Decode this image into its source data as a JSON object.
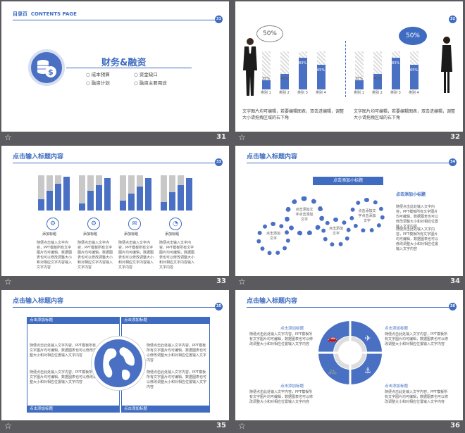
{
  "slides": [
    {
      "number": "31",
      "header_left": "目录页",
      "header_right": "CONTENTS PAGE",
      "badge": "31",
      "title": "财务&融资",
      "items": [
        "成本预算",
        "资金缺口",
        "融资计划",
        "融资主要用途"
      ]
    },
    {
      "number": "32",
      "badge": "32",
      "bubble_left": "50%",
      "bubble_right": "50%",
      "bars_left": [
        "25%",
        "40%",
        "83%",
        "65%"
      ],
      "bars_right": [
        "25%",
        "40%",
        "83%",
        "65%"
      ],
      "cat_labels": [
        "类别 1",
        "类别 2",
        "类别 3",
        "类别 4"
      ],
      "desc_left": "文字图片均可编辑，若要编辑图表，双击进编辑，调整大小请拖拽区域的右下角",
      "desc_right": "文字图片均可编辑，若要编辑图表，双击进编辑，调整大小请拖拽区域的右下角"
    },
    {
      "number": "33",
      "badge": "33",
      "title": "点击输入标题内容",
      "item_label": "添加标题",
      "item_text": "随便点击输入文字内容，PPT模板所有文字图片均可编辑，数据图表也可以修改调整大小和对相应文字内容输入文字内容"
    },
    {
      "number": "34",
      "badge": "34",
      "title": "点击输入标题内容",
      "subtitle_box": "点击添加小标题",
      "gears": [
        "点击添加文字点击添加文字",
        "点击添加文字点击添加文字",
        "点击添加文字",
        "点击添加文字"
      ],
      "right_title": "点击添加小标题",
      "right_text1": "随便点击此处输入文字内容，PPT模板所有文字图片均可编辑，数据图表也可以修改调整大小和对相应位置输入文字内容",
      "right_text2": "随便点击此处输入文字内容，PPT模板所有文字图片均可编辑，数据图表也可以修改调整大小和对相应位置输入文字内容"
    },
    {
      "number": "35",
      "badge": "35",
      "title": "点击输入标题内容",
      "box_title": "点击添加标题",
      "box_text": "随便点击此处输入文字内容，PPT模板所有文字图片均可编辑，数据图表也可以修改调整大小和对相应位置输入文字内容"
    },
    {
      "number": "36",
      "badge": "36",
      "title": "点击输入标题内容",
      "label": "点击添加标题",
      "text": "随便点击此处输入文字内容，PPT模板所有文字图片均可编辑，数据图表也可以修改调整大小和对相应位置输入文字内容"
    }
  ],
  "colors": {
    "accent": "#3f6cc1",
    "background": "#5b5b5f"
  }
}
